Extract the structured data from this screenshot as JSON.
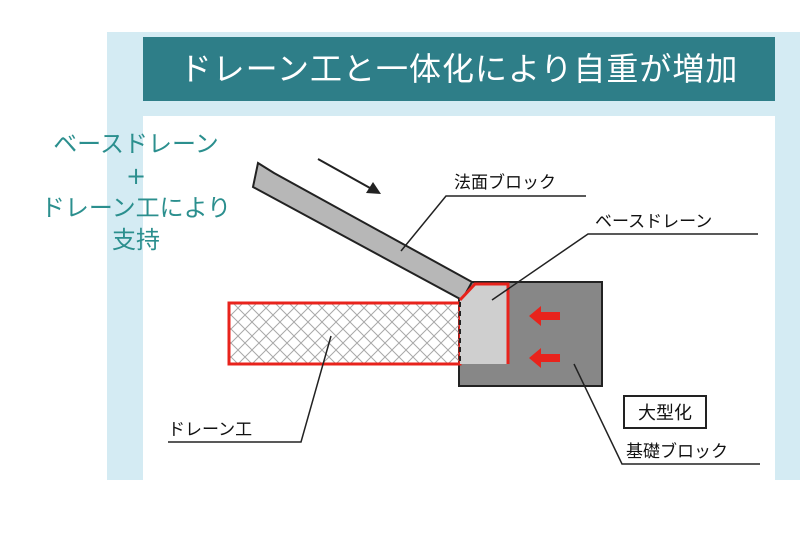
{
  "title": "ドレーン工と一体化により自重が増加",
  "side_caption": {
    "line1": "ベースドレーン",
    "line2": "+",
    "line3": "ドレーン工により",
    "line4": "支持"
  },
  "labels": {
    "slope_block": "法面ブロック",
    "base_drain": "ベースドレーン",
    "drain_work": "ドレーン工",
    "enlarged": "大型化",
    "foundation_block": "基礎ブロック"
  },
  "colors": {
    "frame": "#d4ebf3",
    "title_bar": "#2e7e88",
    "caption_text": "#2b8f8e",
    "highlight": "#e8231c",
    "foundation": "#878787",
    "slope": "#b7b7b7",
    "drain_fill": "#f1f1f1"
  }
}
